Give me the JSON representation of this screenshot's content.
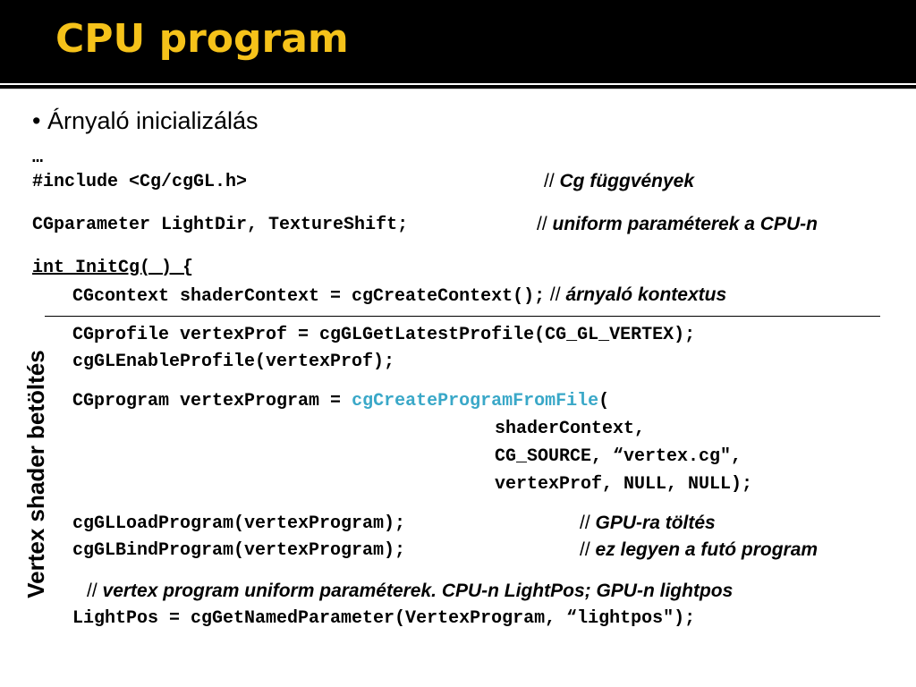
{
  "slide": {
    "title": "CPU program",
    "bullet": "• Árnyaló inicializálás",
    "side_label": "Vertex shader betöltés",
    "colors": {
      "title_bar": "#000000",
      "title_text": "#f5c21a",
      "highlight_function": "#3aa8c8"
    }
  },
  "code": {
    "ellipsis": "…",
    "include": "#include <Cg/cgGL.h>",
    "include_comment_slashes": "// ",
    "include_comment": "Cg függvények",
    "params": "CGparameter LightDir, TextureShift;",
    "params_comment_slashes": "// ",
    "params_comment": "uniform paraméterek a CPU-n",
    "init": "int InitCg( ) {",
    "context": "CGcontext shaderContext = cgCreateContext();",
    "context_comment_slashes": " // ",
    "context_comment": "árnyaló kontextus",
    "profile": "CGprofile vertexProf = cgGLGetLatestProfile(CG_GL_VERTEX);",
    "enable": "cgGLEnableProfile(vertexProf);",
    "program_decl": "CGprogram vertexProgram = ",
    "program_fn": "cgCreateProgramFromFile",
    "program_paren": "(",
    "arg1": "shaderContext,",
    "arg2": "CG_SOURCE, “vertex.cg\",",
    "arg3": "vertexProf, NULL, NULL);",
    "load": "cgGLLoadProgram(vertexProgram);",
    "load_comment_slashes": "// ",
    "load_comment": "GPU-ra töltés",
    "bind": "cgGLBindProgram(vertexProgram);",
    "bind_comment_slashes": "// ",
    "bind_comment": "ez legyen a futó program",
    "uniform_comment_slashes": "// ",
    "uniform_comment": "vertex program uniform paraméterek. CPU-n LightPos; GPU-n lightpos",
    "lightpos": "LightPos = cgGetNamedParameter(VertexProgram, “lightpos\");"
  }
}
